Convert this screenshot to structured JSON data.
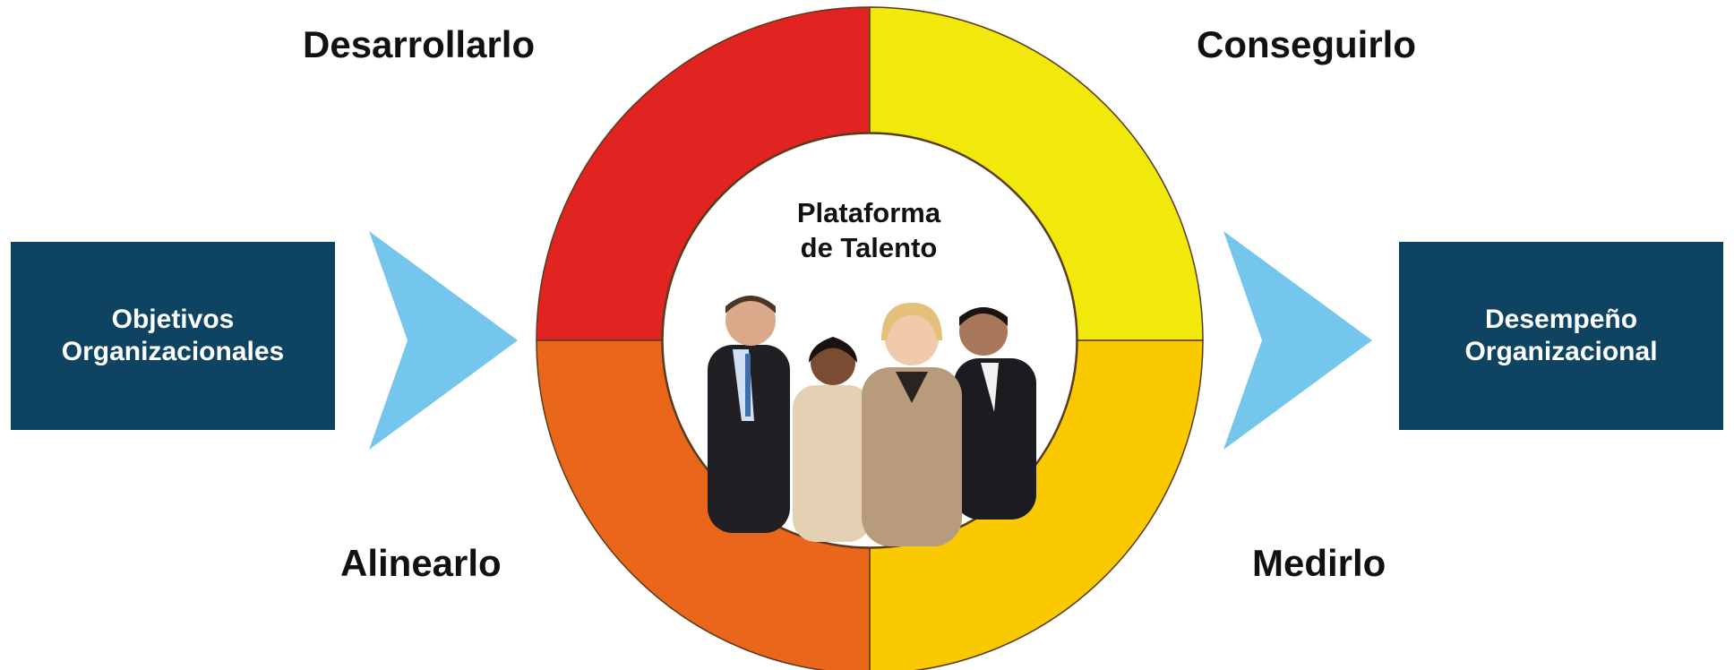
{
  "left_box": {
    "line1": "Objetivos",
    "line2": "Organizacionales"
  },
  "right_box": {
    "line1": "Desempeño",
    "line2": "Organizacional"
  },
  "phases": {
    "top_left": "Desarrollarlo",
    "top_right": "Conseguirlo",
    "bottom_left": "Alinearlo",
    "bottom_right": "Medirlo"
  },
  "center": {
    "line1": "Plataforma",
    "line2": "de Talento"
  },
  "colors": {
    "box": "#0f4362",
    "arrow": "#74c6ec",
    "quad_top_left": "#e12321",
    "quad_top_right": "#f1e80c",
    "quad_bottom_left": "#e9661a",
    "quad_bottom_right": "#fbc900"
  }
}
